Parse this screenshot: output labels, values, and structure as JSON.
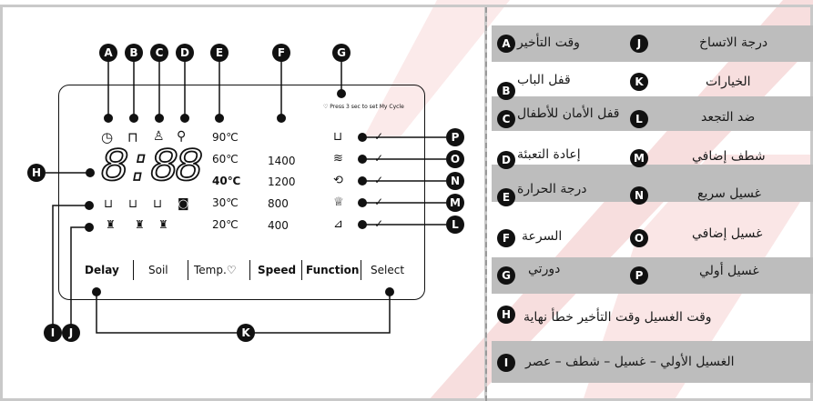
{
  "panel": {
    "buttons": {
      "delay": "Delay",
      "soil": "Soil",
      "temp": "Temp.",
      "temp_heart": "♡",
      "speed": "Speed",
      "function": "Function",
      "select": "Select"
    },
    "my_cycle_hint": "Press 3 sec to set My Cycle",
    "digits": "8:88",
    "temperatures": [
      "90℃",
      "60℃",
      "40℃",
      "30℃",
      "20℃"
    ],
    "speeds": [
      "1400",
      "1200",
      "800",
      "400"
    ],
    "top_letters": [
      "A",
      "B",
      "C",
      "D",
      "E",
      "F",
      "G"
    ],
    "right_letters": [
      "P",
      "O",
      "N",
      "M",
      "L"
    ],
    "bottom_letters": [
      "I",
      "J",
      "K"
    ],
    "side_letter": "H",
    "check_mark": "✓"
  },
  "legend": {
    "left_column": [
      {
        "letter": "A",
        "text": "وقت التأخير"
      },
      {
        "letter": "B",
        "text": "قفل الباب"
      },
      {
        "letter": "C",
        "text": "قفل الأمان للأطفال"
      },
      {
        "letter": "D",
        "text": "إعادة التعبئة"
      },
      {
        "letter": "E",
        "text": "درجة الحرارة"
      },
      {
        "letter": "F",
        "text": "السرعة"
      },
      {
        "letter": "G",
        "text": "دورتي"
      }
    ],
    "right_column": [
      {
        "letter": "J",
        "text": "درجة الاتساخ"
      },
      {
        "letter": "K",
        "text": "الخيارات"
      },
      {
        "letter": "L",
        "text": "ضد التجعد"
      },
      {
        "letter": "M",
        "text": "شطف إضافي"
      },
      {
        "letter": "N",
        "text": "غسيل سريع"
      },
      {
        "letter": "O",
        "text": "غسيل إضافي"
      },
      {
        "letter": "P",
        "text": "غسيل أولي"
      }
    ],
    "row_h": {
      "letter": "H",
      "text": "وقت الغسيل  وقت التأخير  خطأ  نهاية"
    },
    "row_i": {
      "letter": "I",
      "text": "الغسيل الأولي – غسيل – شطف – عصر"
    }
  },
  "colors": {
    "band": "#bdbdbd",
    "frame": "#c9c9c9",
    "badge": "#111111",
    "stripe": "#f3d2d2"
  }
}
